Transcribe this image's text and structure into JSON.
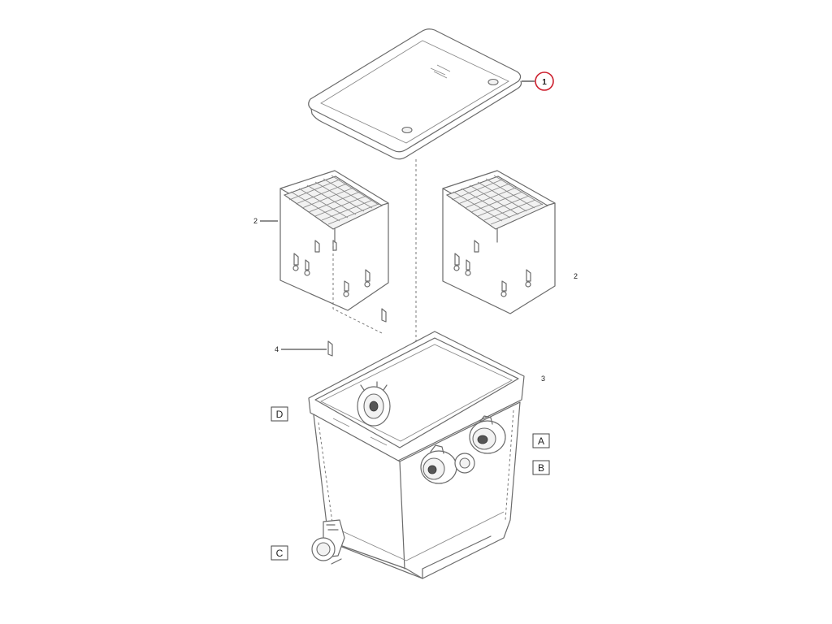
{
  "diagram": {
    "callout": "1",
    "labels": {
      "part_2_left": "2",
      "part_2_right": "2",
      "part_3": "3",
      "part_4": "4"
    },
    "connection_labels": {
      "a": "A",
      "b": "B",
      "c": "C",
      "d": "D"
    },
    "colors": {
      "line": "#6b6b6b",
      "callout_ring": "#cc1f2d",
      "background": "#ffffff"
    }
  }
}
